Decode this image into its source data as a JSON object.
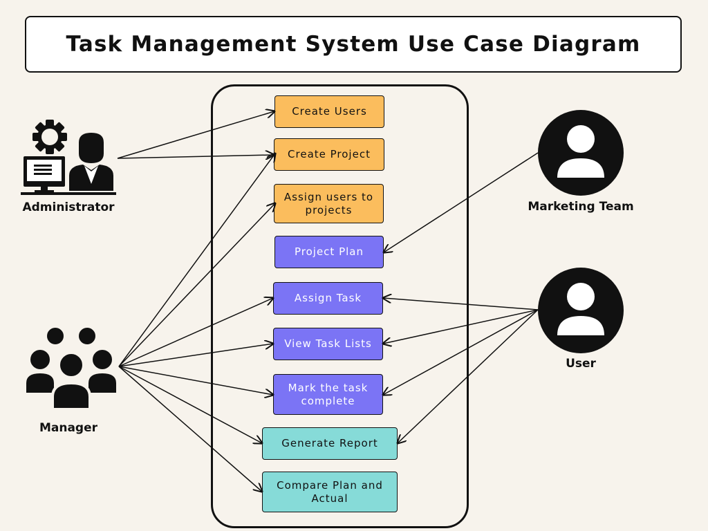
{
  "title": "Task Management System Use Case Diagram",
  "actors": {
    "administrator": "Administrator",
    "manager": "Manager",
    "marketing": "Marketing Team",
    "user": "User"
  },
  "use_cases": {
    "create_users": "Create Users",
    "create_project": "Create Project",
    "assign_users": "Assign users to projects",
    "project_plan": "Project Plan",
    "assign_task": "Assign Task",
    "view_task_lists": "View Task Lists",
    "mark_task_complete": "Mark the task complete",
    "generate_report": "Generate Report",
    "compare_plan_actual": "Compare Plan and Actual"
  },
  "colors": {
    "admin_use_case": "#fbbd5d",
    "shared_use_case": "#7b74f5",
    "report_use_case": "#86dbd8",
    "background": "#f7f3ec"
  },
  "icons": {
    "administrator": "admin-computer-icon",
    "manager": "team-group-icon",
    "marketing": "person-icon",
    "user": "person-icon"
  },
  "associations": [
    {
      "from": "Administrator",
      "to": "Create Users"
    },
    {
      "from": "Administrator",
      "to": "Create Project"
    },
    {
      "from": "Manager",
      "to": "Create Project"
    },
    {
      "from": "Manager",
      "to": "Assign users to projects"
    },
    {
      "from": "Manager",
      "to": "Assign Task"
    },
    {
      "from": "Manager",
      "to": "View Task Lists"
    },
    {
      "from": "Manager",
      "to": "Mark the task complete"
    },
    {
      "from": "Manager",
      "to": "Generate Report"
    },
    {
      "from": "Manager",
      "to": "Compare Plan and Actual"
    },
    {
      "from": "Marketing Team",
      "to": "Project Plan"
    },
    {
      "from": "User",
      "to": "Assign Task"
    },
    {
      "from": "User",
      "to": "View Task Lists"
    },
    {
      "from": "User",
      "to": "Mark the task complete"
    },
    {
      "from": "User",
      "to": "Generate Report"
    }
  ]
}
